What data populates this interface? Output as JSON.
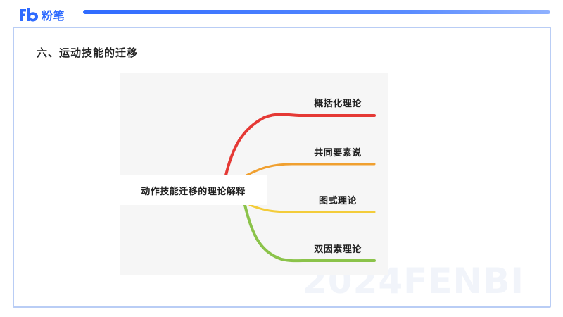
{
  "header": {
    "brand_name": "粉笔",
    "brand_mark_icon": "fenbi-fb-logo-icon",
    "brand_color": "#2f6bff"
  },
  "slide": {
    "title": "六、运动技能的迁移",
    "watermark": "2024FENBI"
  },
  "mindmap": {
    "root": "动作技能迁移的理论解释",
    "branches": [
      {
        "label": "概括化理论",
        "color": "#e53935"
      },
      {
        "label": "共同要素说",
        "color": "#f0a030"
      },
      {
        "label": "图式理论",
        "color": "#f3cc3a"
      },
      {
        "label": "双因素理论",
        "color": "#8bc34a"
      }
    ]
  }
}
